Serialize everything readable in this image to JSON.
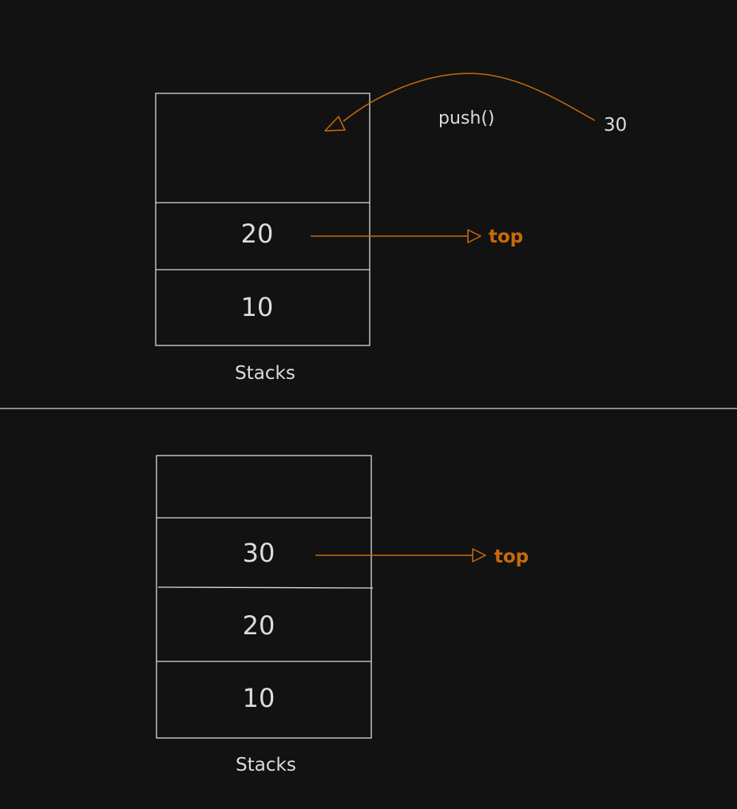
{
  "colors": {
    "background": "#121212",
    "line": "#d9d9d9",
    "text": "#dcdcdc",
    "accent": "#c96a0c"
  },
  "before": {
    "cells": [
      "",
      "20",
      "10"
    ],
    "caption": "Stacks",
    "pointer_label": "top",
    "operation_label": "push()",
    "incoming_value": "30"
  },
  "after": {
    "cells": [
      "",
      "30",
      "20",
      "10"
    ],
    "caption": "Stacks",
    "pointer_label": "top"
  }
}
